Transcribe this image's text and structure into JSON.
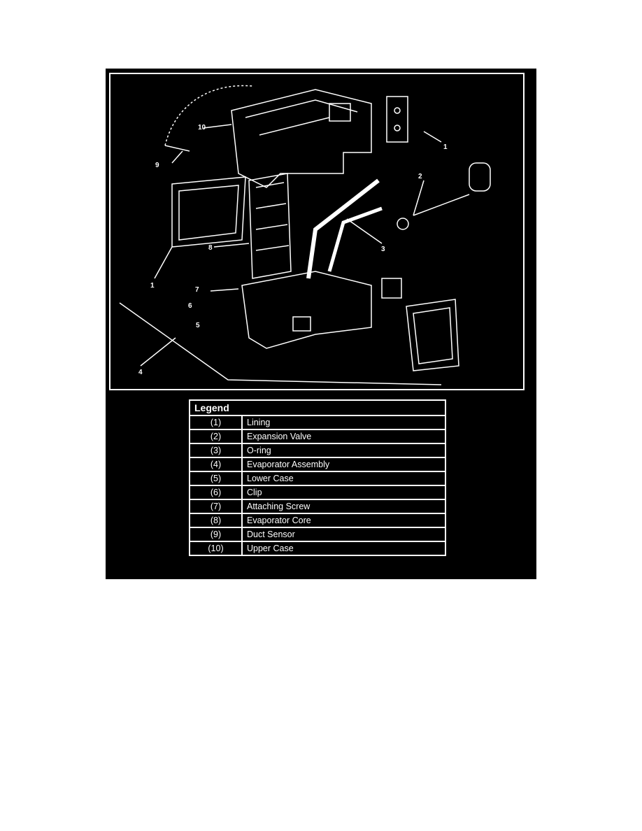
{
  "diagram": {
    "callouts": [
      "10",
      "9",
      "1",
      "2",
      "3",
      "8",
      "1",
      "7",
      "6",
      "5",
      "4"
    ]
  },
  "legend": {
    "title": "Legend",
    "rows": [
      {
        "num": "(1)",
        "label": "Lining"
      },
      {
        "num": "(2)",
        "label": "Expansion Valve"
      },
      {
        "num": "(3)",
        "label": "O-ring"
      },
      {
        "num": "(4)",
        "label": "Evaporator Assembly"
      },
      {
        "num": "(5)",
        "label": "Lower Case"
      },
      {
        "num": "(6)",
        "label": "Clip"
      },
      {
        "num": "(7)",
        "label": "Attaching Screw"
      },
      {
        "num": "(8)",
        "label": "Evaporator Core"
      },
      {
        "num": "(9)",
        "label": "Duct Sensor"
      },
      {
        "num": "(10)",
        "label": "Upper Case"
      }
    ]
  }
}
